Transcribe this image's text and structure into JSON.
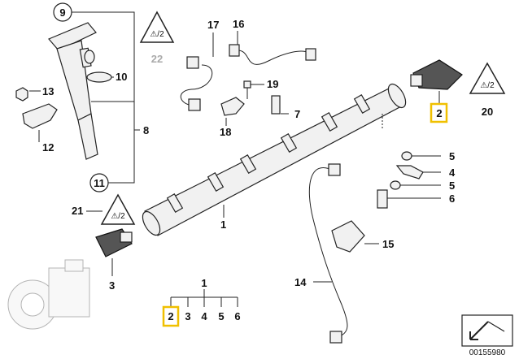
{
  "callouts": {
    "c9": "9",
    "c10": "10",
    "c8": "8",
    "c11": "11",
    "c13": "13",
    "c12": "12",
    "c21": "21",
    "c3": "3",
    "c17": "17",
    "c16": "16",
    "c22": "22",
    "c19": "19",
    "c7": "7",
    "c18": "18",
    "c1": "1",
    "c14": "14",
    "c15": "15",
    "c2": "2",
    "c20": "20",
    "c5a": "5",
    "c4": "4",
    "c5b": "5",
    "c6": "6"
  },
  "legend": {
    "top": "1",
    "items": [
      "2",
      "3",
      "4",
      "5",
      "6"
    ]
  },
  "warning_symbols": {
    "text": "⚠/2"
  },
  "diagram_id": "00155980",
  "colors": {
    "highlight": "#f0c000",
    "line": "#222222",
    "gray_label": "#aaaaaa"
  }
}
